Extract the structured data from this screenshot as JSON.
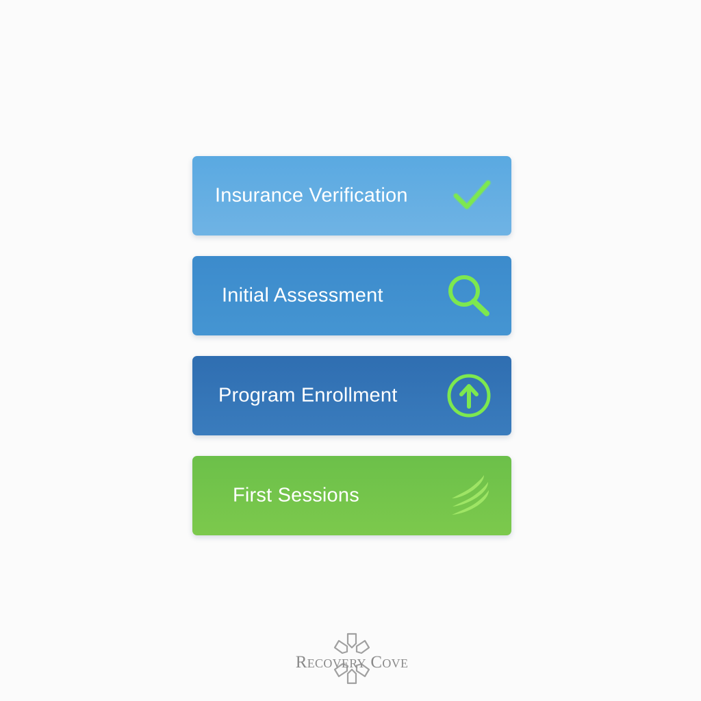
{
  "steps": [
    {
      "label": "Insurance Verification",
      "icon": "check-icon",
      "background": [
        "#5aa9e1",
        "#6fb3e4"
      ],
      "icon_color": "#7de84f"
    },
    {
      "label": "Initial Assessment",
      "icon": "magnifier-icon",
      "background": [
        "#3c8bcc",
        "#4595d2"
      ],
      "icon_color": "#7de84f"
    },
    {
      "label": "Program Enrollment",
      "icon": "arrow-up-circle-icon",
      "background": [
        "#2f6eb1",
        "#3a7cbd"
      ],
      "icon_color": "#7de84f"
    },
    {
      "label": "First Sessions",
      "icon": "waves-icon",
      "background": [
        "#6cc04a",
        "#7cc94c"
      ],
      "icon_color": "#a6ea6a"
    }
  ],
  "logo": {
    "text": "Recovery Cove",
    "icon": "snowflake-cross-icon",
    "color": "#8a8a8a"
  }
}
